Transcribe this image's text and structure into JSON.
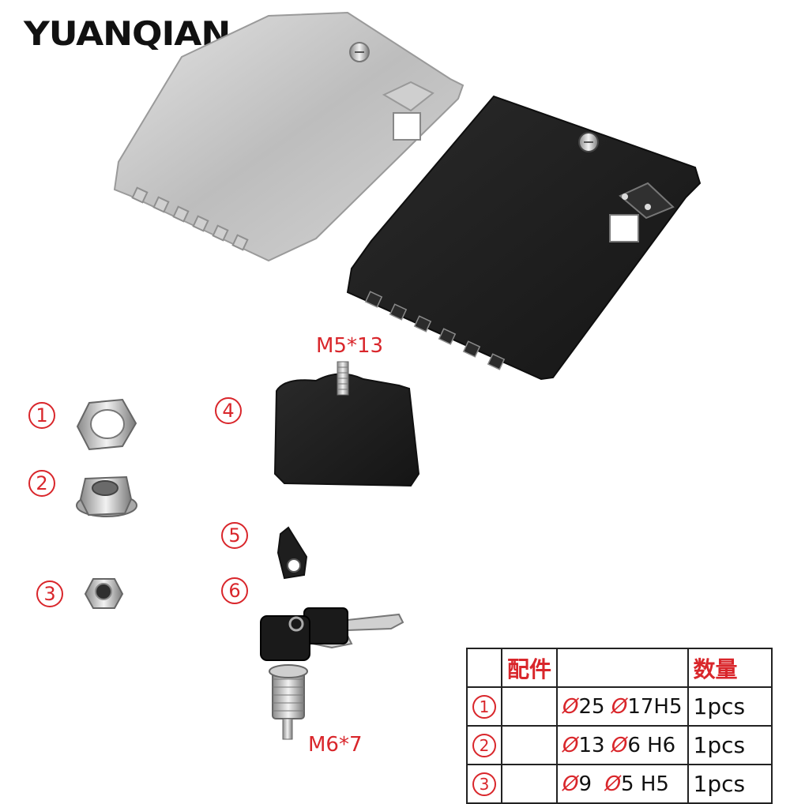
{
  "brand": {
    "name": "YUANQIAN",
    "registered": "®"
  },
  "labels": {
    "screw_top": "M5*13",
    "lock_thread": "M6*7"
  },
  "callouts": [
    "1",
    "2",
    "3",
    "4",
    "5",
    "6"
  ],
  "table": {
    "headers": [
      "",
      "配件",
      "",
      "数量"
    ],
    "rows": [
      {
        "no": "1",
        "part": "",
        "outer": "25",
        "inner": "17",
        "height": "H5",
        "qty": "1pcs"
      },
      {
        "no": "2",
        "part": "",
        "outer": "13",
        "inner": "6",
        "height": "H6",
        "qty": "1pcs"
      },
      {
        "no": "3",
        "part": "",
        "outer": "9",
        "inner": "5",
        "height": "H5",
        "qty": "1pcs"
      }
    ],
    "diameter_symbol": "Ø"
  },
  "colors": {
    "accent": "#d9262b",
    "silver": "#c9c9c9",
    "black": "#1f1f1f"
  }
}
